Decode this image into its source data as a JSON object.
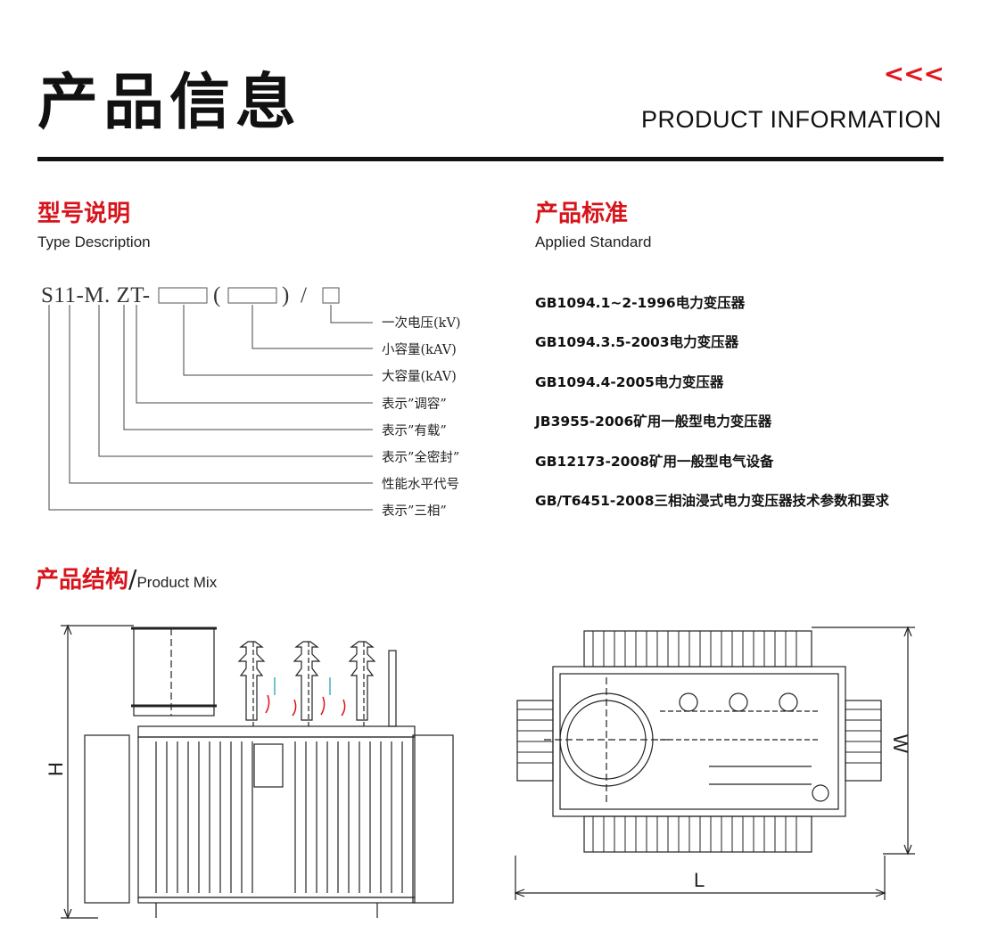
{
  "header": {
    "title_cn": "产品信息",
    "arrows": "<<<",
    "title_en": "PRODUCT INFORMATION"
  },
  "type_description": {
    "title_cn": "型号说明",
    "title_en": "Type Description",
    "model": {
      "prefix": "S11-M. ZT-",
      "open_paren": "(",
      "close_paren": ")",
      "slash": "/"
    },
    "legend": [
      "一次电压(kV)",
      "小容量(kAV)",
      "大容量(kAV)",
      "表示”调容”",
      "表示”有载”",
      "表示”全密封”",
      "性能水平代号",
      "表示”三相”"
    ]
  },
  "applied_standard": {
    "title_cn": "产品标准",
    "title_en": "Applied Standard",
    "items": [
      "GB1094.1~2-1996电力变压器",
      "GB1094.3.5-2003电力变压器",
      "GB1094.4-2005电力变压器",
      "JB3955-2006矿用一般型电力变压器",
      "GB12173-2008矿用一般型电气设备",
      "GB/T6451-2008三相油浸式电力变压器技术参数和要求"
    ]
  },
  "product_mix": {
    "title_cn": "产品结构",
    "separator": "/",
    "title_en": "Product Mix",
    "dims": {
      "height": "H",
      "width": "W",
      "length": "L"
    }
  },
  "colors": {
    "accent": "#d7141b",
    "text": "#111111",
    "line": "#333333"
  }
}
